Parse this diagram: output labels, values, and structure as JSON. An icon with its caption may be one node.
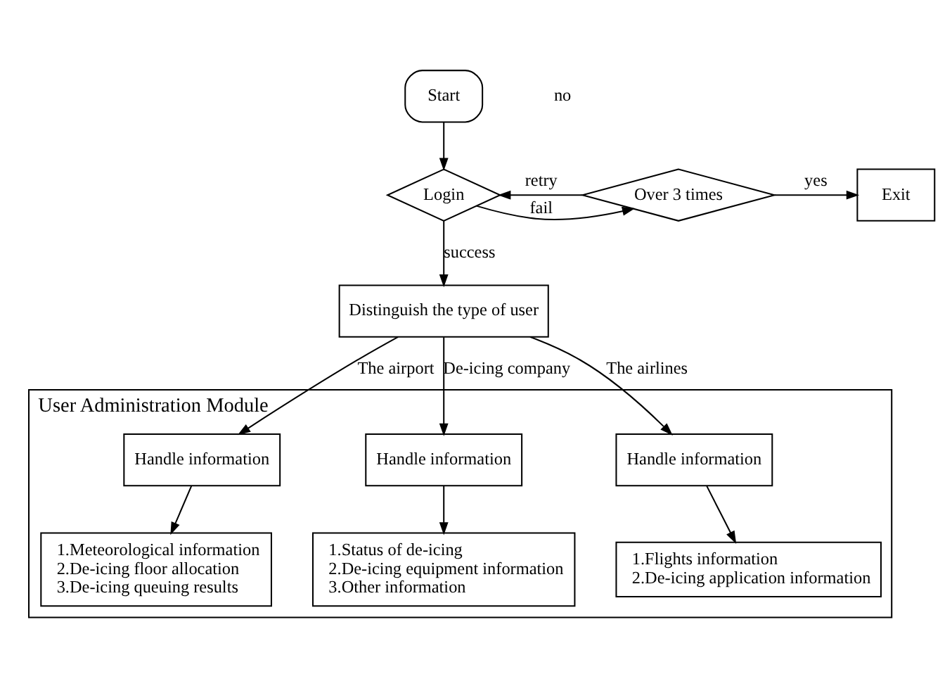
{
  "diagram": {
    "nodes": [
      {
        "text": [
          "Start"
        ]
      },
      {
        "text": [
          "Login"
        ]
      },
      {
        "text": [
          "Over 3 times"
        ]
      },
      {
        "text": [
          "Exit"
        ]
      },
      {
        "text": [
          "Distinguish the type of user"
        ]
      },
      {
        "text": [
          "User Administration Module"
        ]
      },
      {
        "text": [
          "Handle information"
        ],
        "in": 5
      },
      {
        "text": [
          "1.Meteorological information",
          "2.De-icing floor allocation",
          "3.De-icing queuing results"
        ],
        "in": 5
      },
      {
        "text": [
          "Handle information"
        ],
        "in": 5
      },
      {
        "text": [
          "1.Status of de-icing",
          "2.De-icing equipment information",
          "3.Other information"
        ],
        "in": 5
      },
      {
        "text": [
          "Handle information"
        ],
        "in": 5
      },
      {
        "text": [
          "1.Flights information",
          "2.De-icing application information"
        ],
        "in": 5
      }
    ],
    "edges": [
      {
        "from": 0,
        "to": 1,
        "arrow": "to"
      },
      {
        "from": 1,
        "to": 2,
        "label": "fail",
        "arrow": "to"
      },
      {
        "from": 2,
        "to": 3,
        "label": "yes",
        "arrow": "to"
      },
      {
        "from": 2,
        "to": 1,
        "label": "retry",
        "arrow": "to"
      },
      {
        "from": 1,
        "to": 4,
        "label": "success",
        "arrow": "to"
      },
      {
        "from": 4,
        "to": 6,
        "label": "The airport",
        "arrow": "to"
      },
      {
        "from": 4,
        "to": 8,
        "label": "De-icing company",
        "arrow": "to"
      },
      {
        "from": 4,
        "to": 10,
        "label": "The airlines",
        "arrow": "to"
      },
      {
        "from": 6,
        "to": 7,
        "arrow": "to"
      },
      {
        "from": 8,
        "to": 9,
        "arrow": "to"
      },
      {
        "from": 10,
        "to": 11,
        "arrow": "to"
      }
    ],
    "labels": [
      "no"
    ]
  }
}
